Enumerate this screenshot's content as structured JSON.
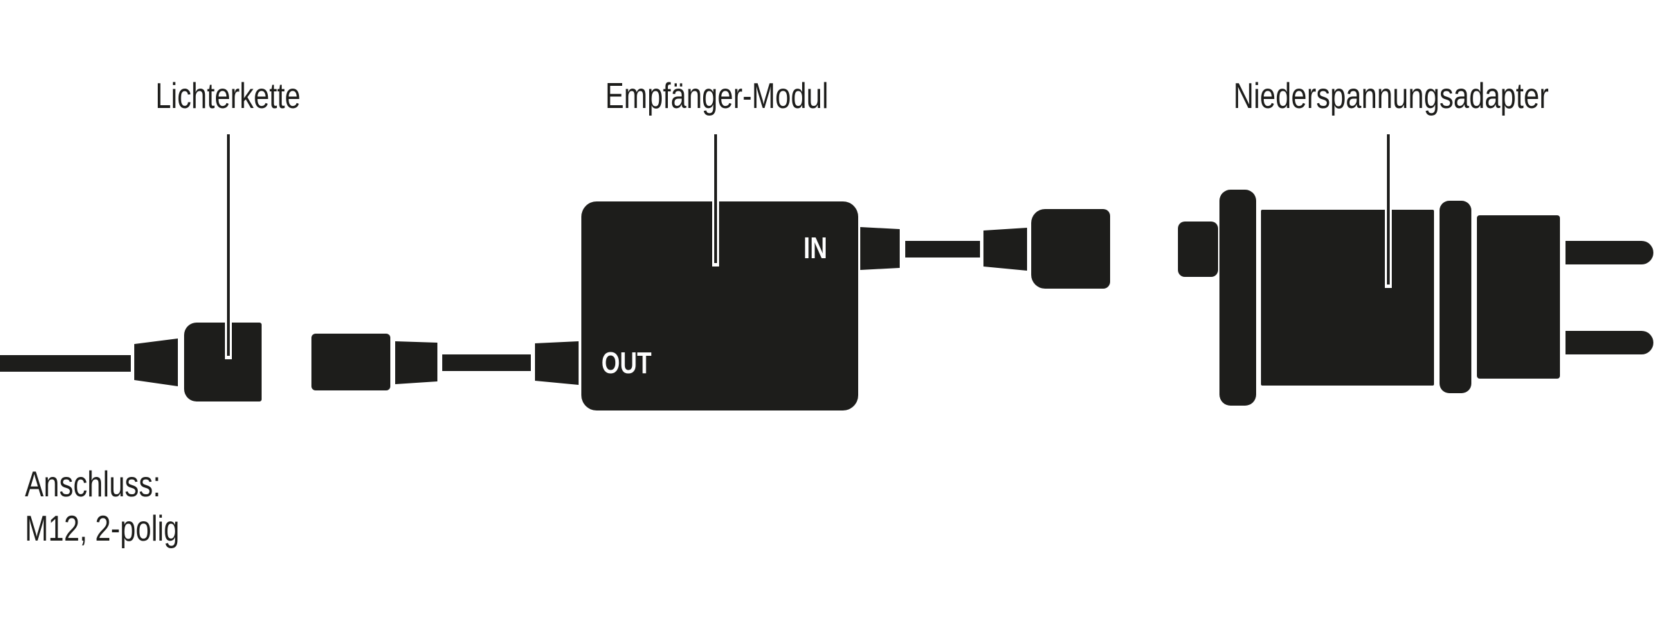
{
  "diagram": {
    "background": "#ffffff",
    "ink": "#1d1d1b",
    "port_text_color": "#ffffff",
    "labels": {
      "lichterkette": "Lichterkette",
      "empfaenger_modul": "Empfänger-Modul",
      "niederspannungsadapter": "Niederspannungsadapter"
    },
    "module_ports": {
      "in": "IN",
      "out": "OUT"
    },
    "note": {
      "line1": "Anschluss:",
      "line2": "M12, 2-polig"
    }
  }
}
